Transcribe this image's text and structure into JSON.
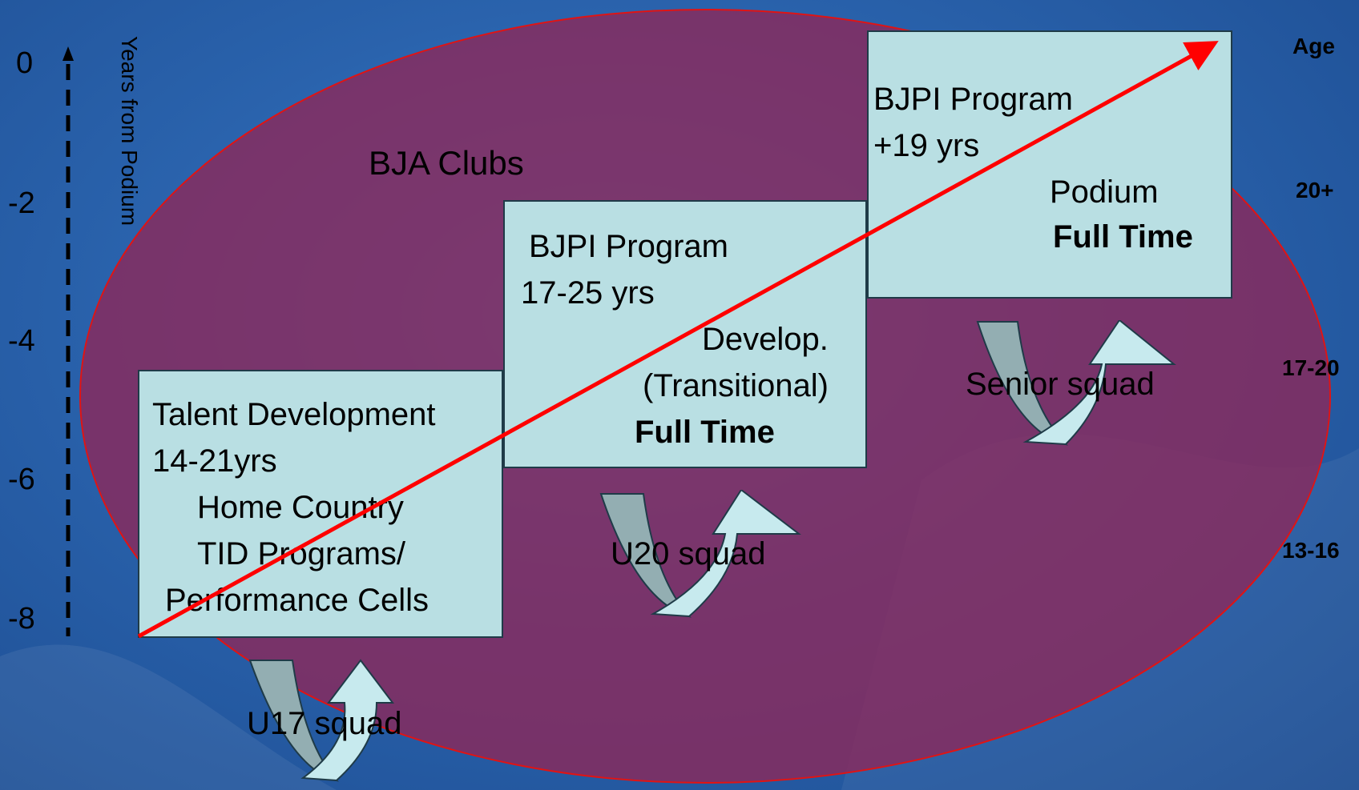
{
  "axis": {
    "title": "Years from Podium",
    "ticks": [
      "0",
      "-2",
      "-4",
      "-6",
      "-8"
    ]
  },
  "age": {
    "title": "Age",
    "labels": [
      "20+",
      "17-20",
      "13-16"
    ]
  },
  "clubs": {
    "label": "BJA Clubs"
  },
  "stages": [
    {
      "title": "Talent Development",
      "years": "14-21yrs",
      "lines": [
        "Home Country",
        "TID Programs/",
        "Performance Cells"
      ]
    },
    {
      "title": "BJPI Program",
      "years": "17-25 yrs",
      "lines": [
        "Develop.",
        "(Transitional)"
      ],
      "emphasis": "Full Time"
    },
    {
      "title": "BJPI Program",
      "years": "+19 yrs",
      "lines": [
        "Podium"
      ],
      "emphasis": "Full Time"
    }
  ],
  "squads": [
    "U17 squad",
    "U20 squad",
    "Senior squad"
  ],
  "colors": {
    "background": "#2a63ad",
    "ellipse": "#8a2a5c",
    "box": "#b9dfe3",
    "arrow": "#ff0000",
    "uturn_left": "#93aeb2",
    "uturn_right": "#c7eaee"
  }
}
